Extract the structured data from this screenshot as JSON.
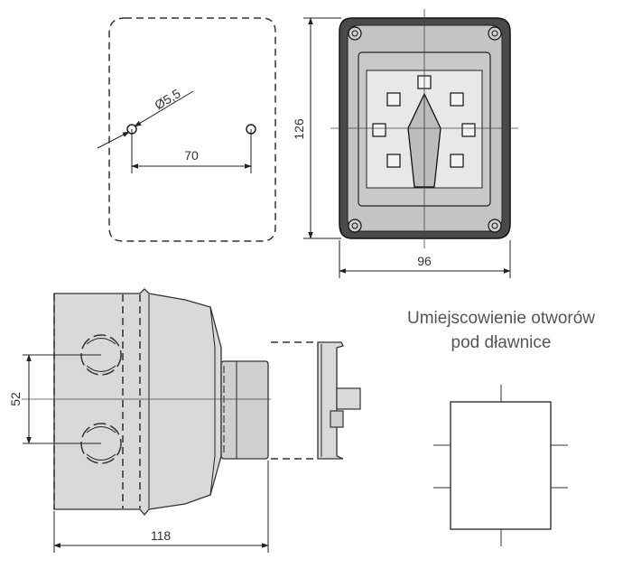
{
  "dimensions": {
    "hole_diameter": "Ø5,5",
    "hole_spacing": "70",
    "height": "126",
    "width": "96",
    "gland_spacing": "52",
    "depth": "118"
  },
  "caption": {
    "line1": "Umiejscowienie otworów",
    "line2": "pod dławnice"
  },
  "colors": {
    "line": "#222222",
    "housing_fill": "#d9d9d9",
    "front_fill": "#c4c4c4",
    "window_fill": "#e8e8e8",
    "knob_fill": "#bdbdbd"
  }
}
